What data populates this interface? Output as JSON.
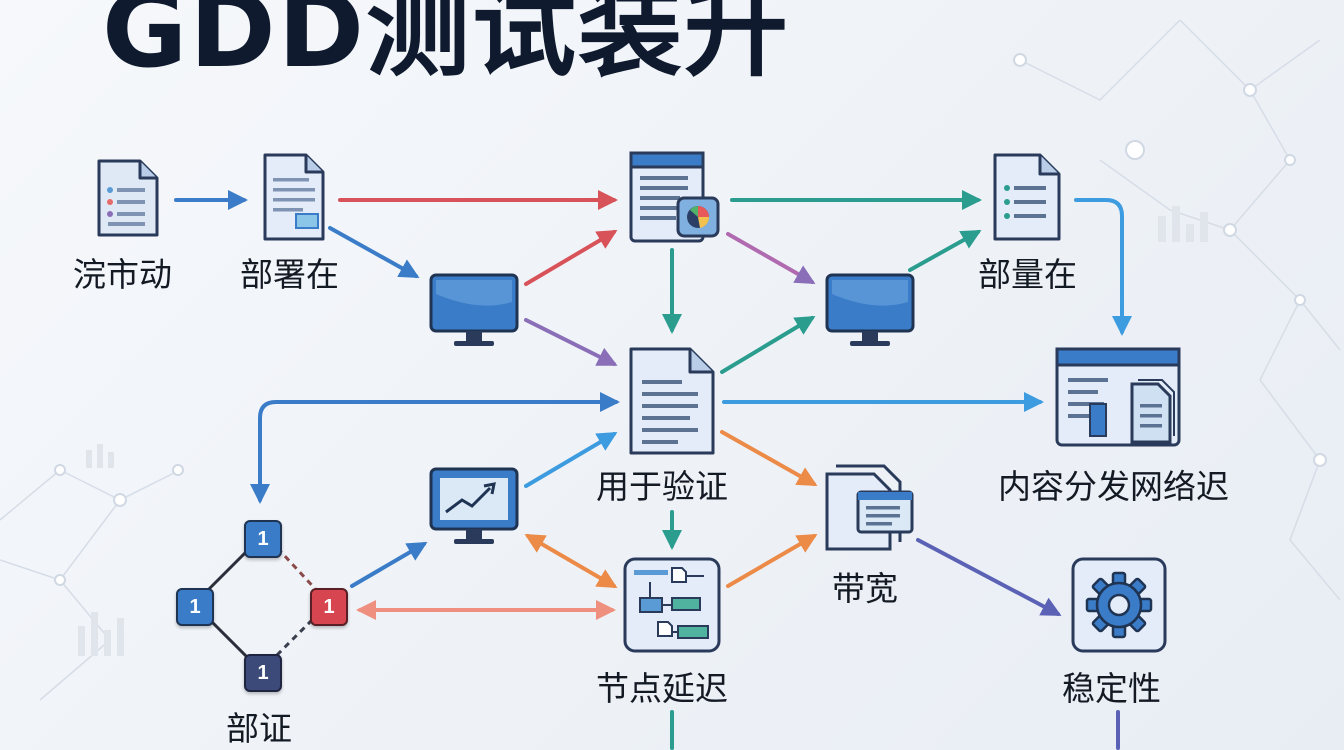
{
  "title": "GDD测试装升",
  "labels": {
    "liushidong": "浣市动",
    "bushuzai_1": "部署在",
    "buliangzai": "部量在",
    "yongyuyanzheng": "用于验证",
    "neirongfenfa": "内容分发网络迟",
    "daikuan": "带宽",
    "jiedianyanchi": "节点延迟",
    "wendingxing": "稳定性",
    "buzheng": "部证"
  },
  "badges": {
    "top": "1",
    "left": "1",
    "right": "1",
    "bottom": "1"
  },
  "colors": {
    "blue": "#3a7cc8",
    "red": "#d8525a",
    "teal": "#2a9d8f",
    "purple": "#8a6fb8",
    "orange": "#ec8a48",
    "salmon": "#ef8f80",
    "indigo": "#5b62b5",
    "lightblue": "#3d9be0"
  }
}
